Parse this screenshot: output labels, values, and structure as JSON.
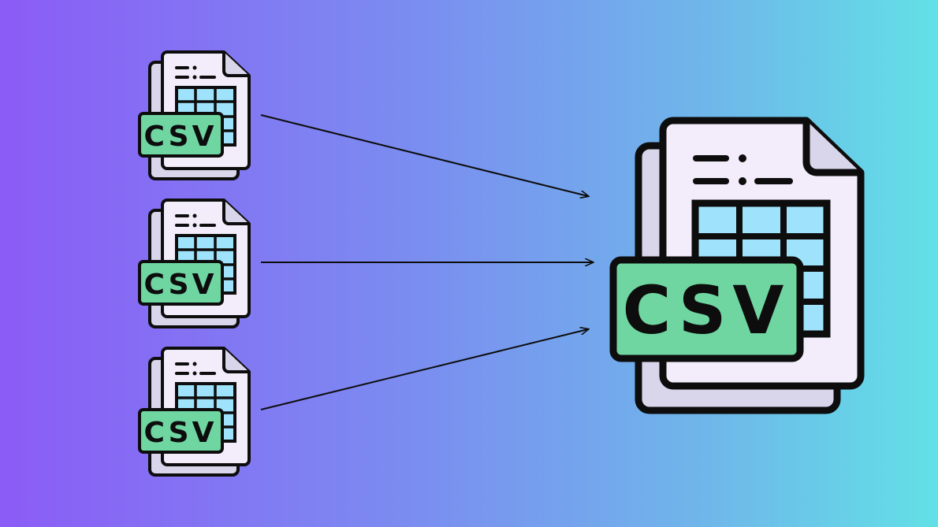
{
  "diagram": {
    "source_files": [
      {
        "label": "CSV"
      },
      {
        "label": "CSV"
      },
      {
        "label": "CSV"
      }
    ],
    "target_file": {
      "label": "CSV"
    }
  },
  "colors": {
    "background_left": "#8b5cf6",
    "background_right": "#62e0e6",
    "paper": "#f3ecfa",
    "paper_back": "#d9d6ec",
    "grid": "#9ee3fb",
    "badge": "#6fd6a2",
    "outline": "#0d0d0d"
  },
  "icons": {
    "source_icon": "csv-file-icon",
    "target_icon": "csv-file-icon",
    "connector": "arrow-icon"
  }
}
